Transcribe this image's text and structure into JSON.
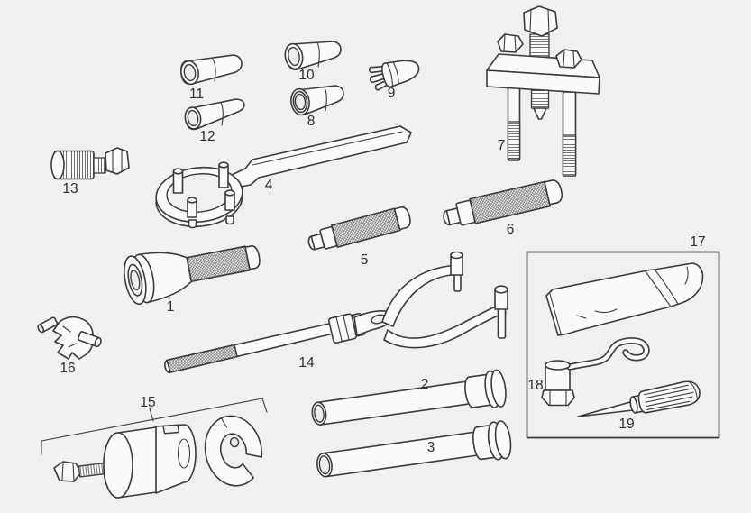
{
  "diagram": {
    "kind": "exploded-parts-line-art",
    "background_color": "#f0f0f0",
    "line_color": "#3b3b3b",
    "label_color": "#2e2e2e"
  },
  "callouts": [
    {
      "number": "1"
    },
    {
      "number": "2"
    },
    {
      "number": "3"
    },
    {
      "number": "4"
    },
    {
      "number": "5"
    },
    {
      "number": "6"
    },
    {
      "number": "7"
    },
    {
      "number": "8"
    },
    {
      "number": "9"
    },
    {
      "number": "10"
    },
    {
      "number": "11"
    },
    {
      "number": "12"
    },
    {
      "number": "13"
    },
    {
      "number": "14"
    },
    {
      "number": "15"
    },
    {
      "number": "16"
    },
    {
      "number": "17"
    },
    {
      "number": "18"
    },
    {
      "number": "19"
    }
  ]
}
